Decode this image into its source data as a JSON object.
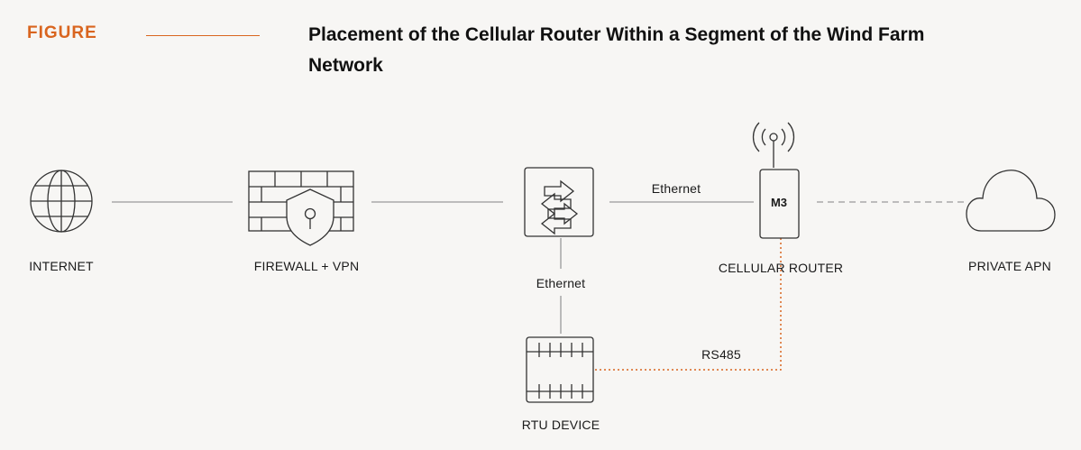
{
  "header": {
    "figure_label": "FIGURE",
    "title": "Placement of the Cellular Router Within a Segment of the Wind Farm Network"
  },
  "nodes": {
    "internet": {
      "label": "INTERNET",
      "icon": "globe-icon"
    },
    "firewall": {
      "label": "FIREWALL + VPN",
      "icon": "firewall-shield-icon"
    },
    "switch": {
      "icon": "network-switch-icon"
    },
    "router": {
      "label": "CELLULAR ROUTER",
      "badge": "M3",
      "icon": "cellular-router-icon"
    },
    "apn": {
      "label": "PRIVATE APN",
      "icon": "cloud-icon"
    },
    "rtu": {
      "label": "RTU DEVICE",
      "icon": "rtu-device-icon"
    }
  },
  "connections": {
    "switch_router": "Ethernet",
    "switch_rtu": "Ethernet",
    "rtu_router": "RS485"
  },
  "colors": {
    "accent": "#d9651f",
    "line": "#9a9a9a",
    "icon_stroke": "#333333",
    "background": "#f7f6f4"
  }
}
